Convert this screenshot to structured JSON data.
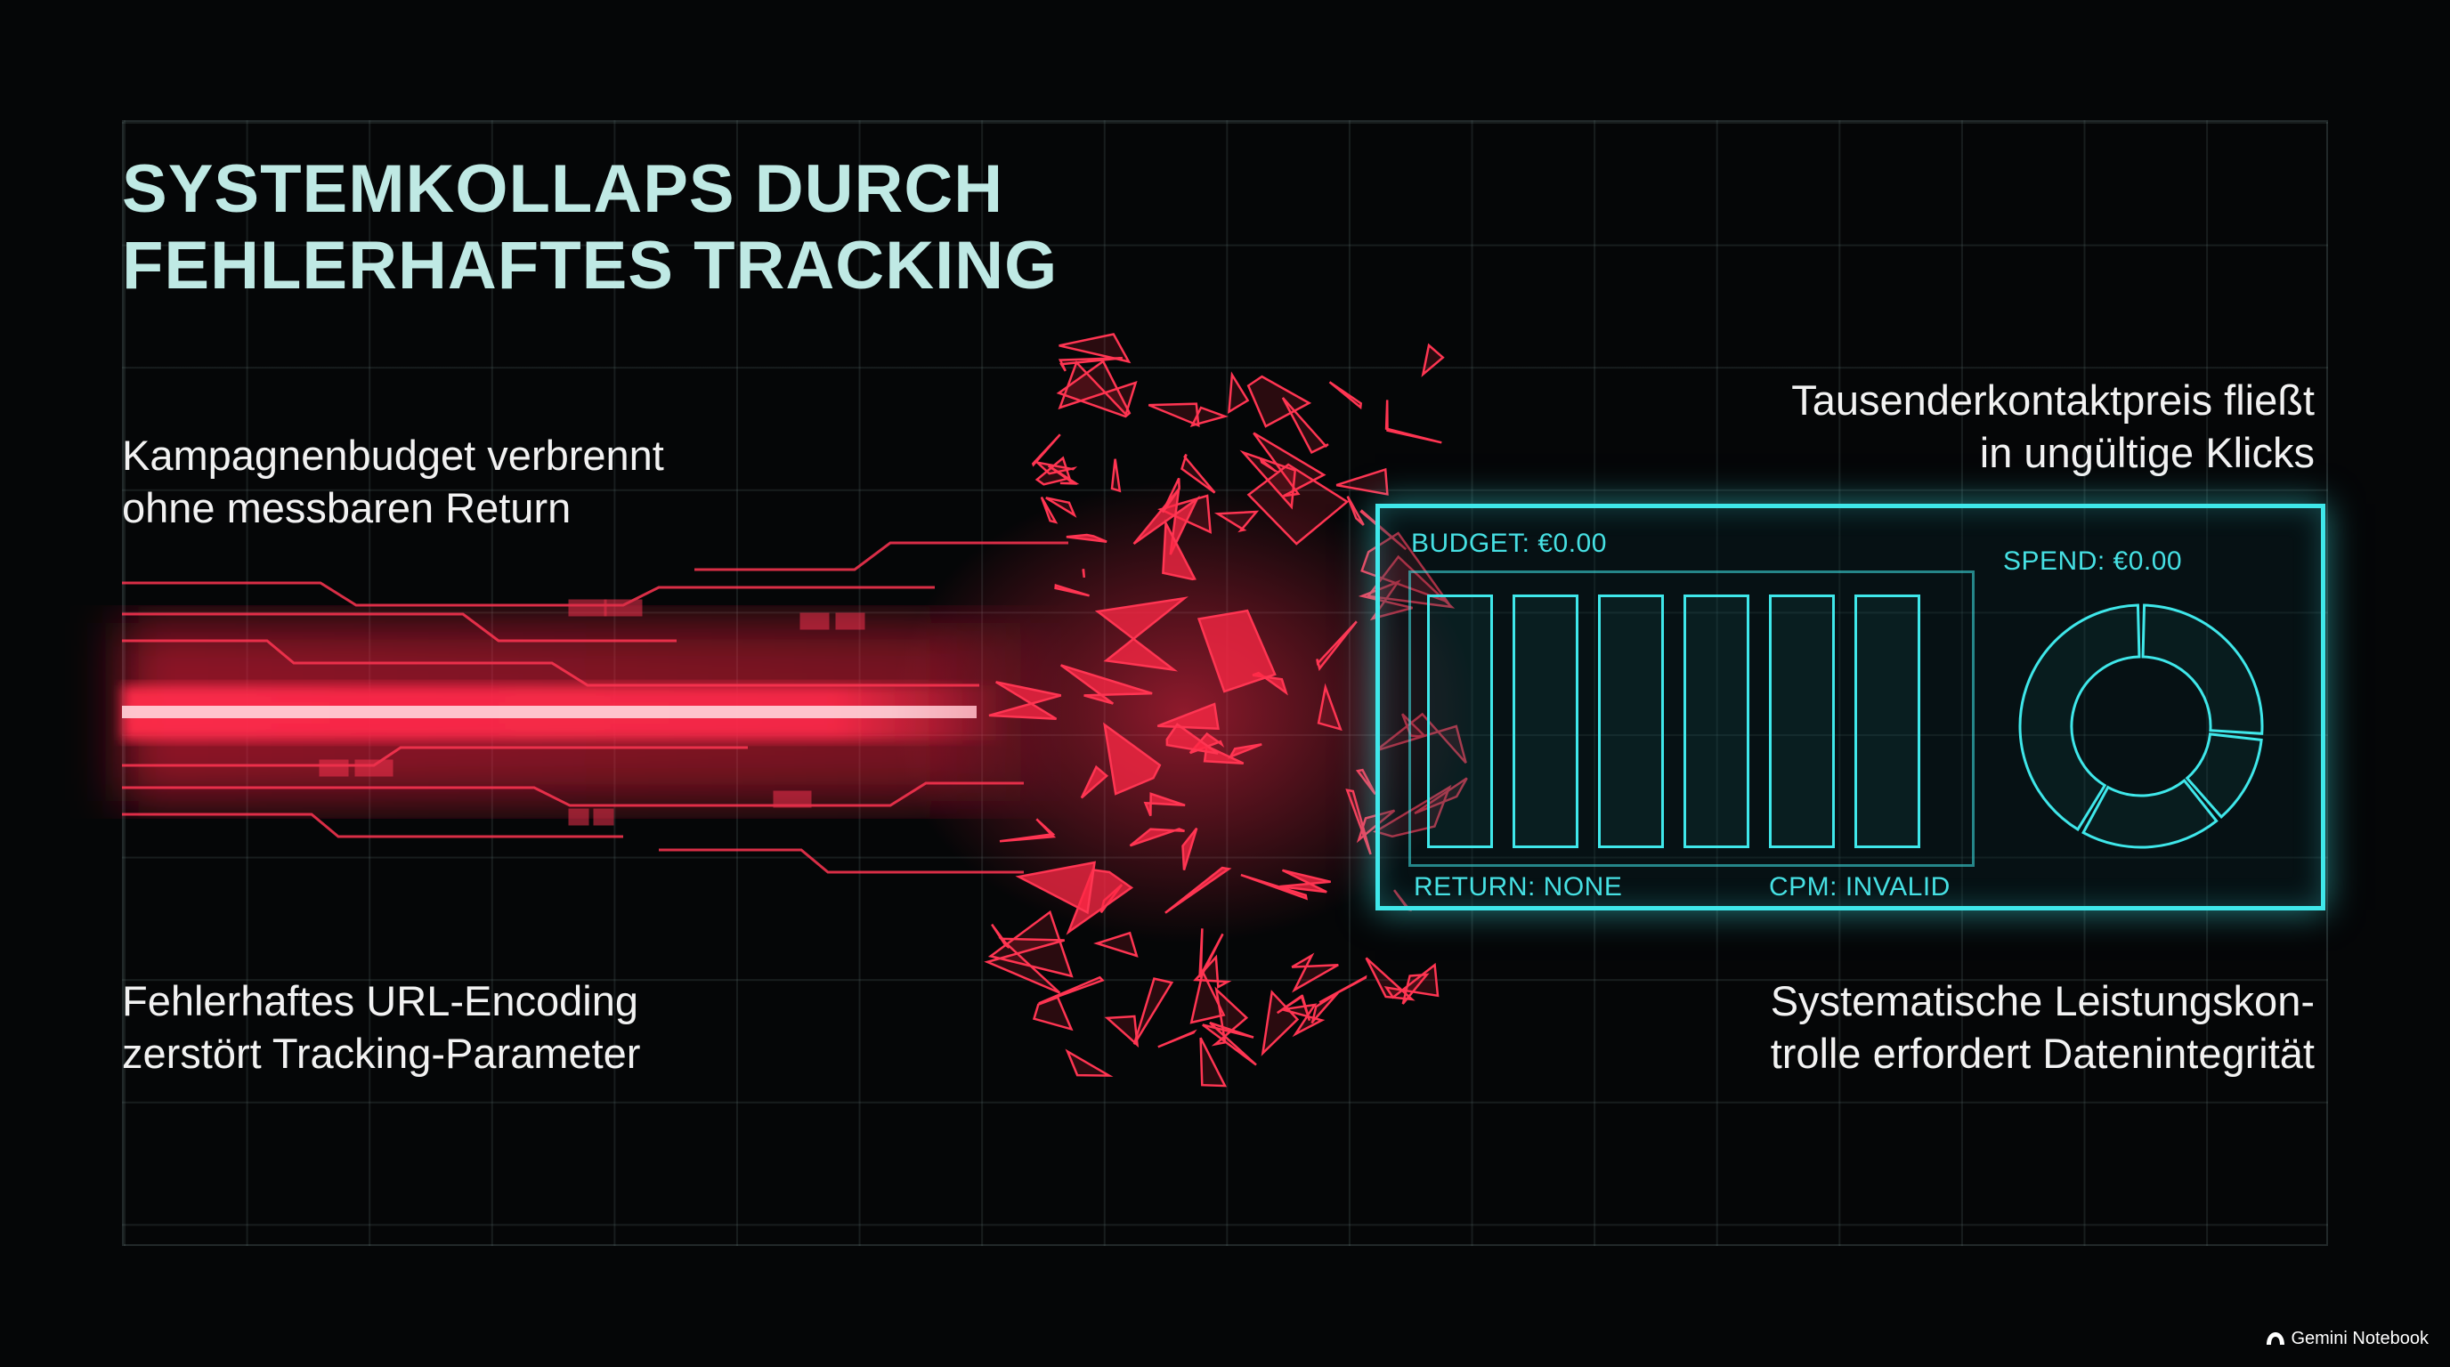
{
  "title": {
    "line1": "SYSTEMKOLLAPS DURCH",
    "line2": "FEHLERHAFTES TRACKING"
  },
  "captions": {
    "top_left": {
      "line1": "Kampagnenbudget verbrennt",
      "line2": "ohne messbaren Return"
    },
    "bottom_left": {
      "line1": "Fehlerhaftes URL-Encoding",
      "line2": "zerstört Tracking-Parameter"
    },
    "top_right": {
      "line1": "Tausenderkontaktpreis fließt",
      "line2": "in ungültige Klicks"
    },
    "bottom_right": {
      "line1": "Systematische Leistungskon-",
      "line2": "trolle erfordert Datenintegrität"
    }
  },
  "dashboard": {
    "budget": "BUDGET: €0.00",
    "spend": "SPEND: €0.00",
    "return": "RETURN: NONE",
    "cpm": "CPM: INVALID",
    "bar_count": 6,
    "donut_segments": 4
  },
  "colors": {
    "accent_cyan": "#3fe7ea",
    "beam_red": "#ff2a4a",
    "title_text": "#bfe9e4",
    "background": "#050607"
  },
  "branding": {
    "icon": "gemini-notebook-icon",
    "label": "Gemini Notebook"
  }
}
